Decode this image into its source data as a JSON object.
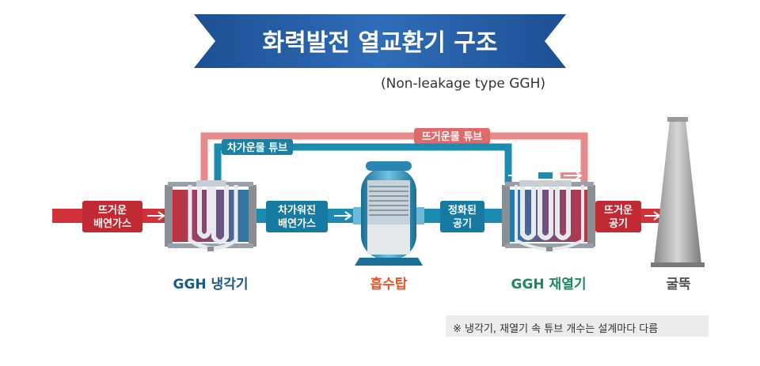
{
  "title": "화력발전 열교환기 구조",
  "subtitle": "(Non-leakage type GGH)",
  "pipes": {
    "hot_tube": "뜨거운물 튜브",
    "cold_tube": "차가운물 튜브"
  },
  "flow_labels": {
    "hot_flue_gas": [
      "뜨거운",
      "배연가스"
    ],
    "cooled_flue_gas": [
      "차가워진",
      "배연가스"
    ],
    "purified_air": [
      "정화된",
      "공기"
    ],
    "hot_air": [
      "뜨거운",
      "공기"
    ]
  },
  "components": {
    "ggh_cooler": "GGH 냉각기",
    "absorber": "흡수탑",
    "ggh_reheater": "GGH 재열기",
    "chimney": "굴뚝"
  },
  "note": "※ 냉각기, 재열기 속 튜브 개수는 설계마다 다름",
  "colors": {
    "hot": "#d0313a",
    "hot_pipe": "#e88a8a",
    "cold": "#1b8bb0",
    "title_banner": "#1d4f93",
    "cooler_label": "#1a5a86",
    "absorber_label": "#e2572b",
    "reheater_label": "#1a8a5a",
    "chimney_label": "#555555"
  }
}
